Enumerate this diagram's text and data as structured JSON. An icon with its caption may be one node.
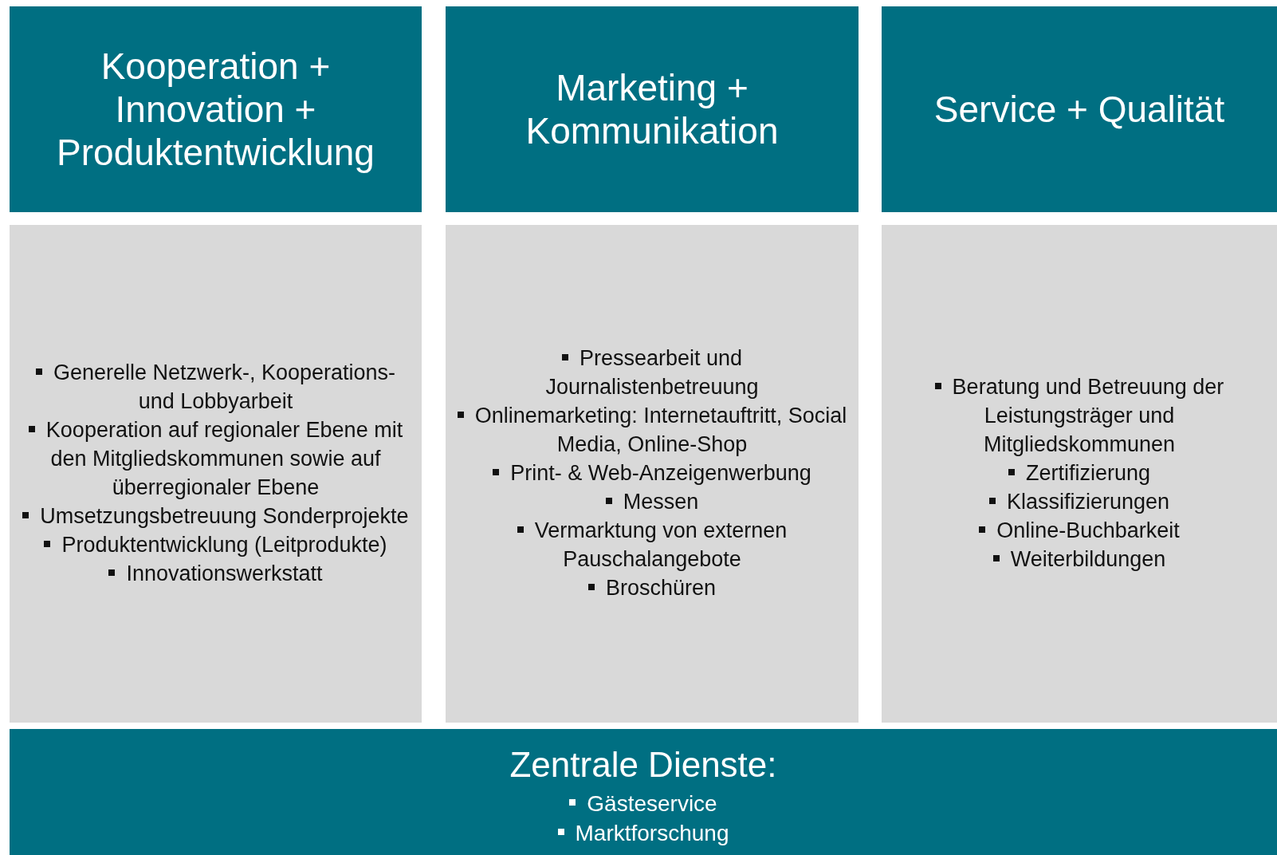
{
  "diagram": {
    "nodes": [
      {
        "text": [
          "Kooperation + Innovation + Produktentwicklung"
        ]
      },
      {
        "text": [
          "Marketing + Kommunikation"
        ]
      },
      {
        "text": [
          "Service + Qualität"
        ]
      },
      {
        "text": [
          "Generelle Netzwerk-, Kooperations- und Lobbyarbeit",
          "Kooperation auf regionaler Ebene mit den Mitgliedskommunen sowie auf überregionaler Ebene",
          "Umsetzungsbetreuung Sonderprojekte",
          "Produktentwicklung (Leitprodukte)",
          "Innovationswerkstatt"
        ]
      },
      {
        "text": [
          "Pressearbeit und Journalistenbetreuung",
          "Onlinemarketing: Internetauftritt, Social Media, Online-Shop",
          "Print- & Web-Anzeigenwerbung",
          "Messen",
          "Vermarktung von externen Pauschalangebote",
          "Broschüren"
        ]
      },
      {
        "text": [
          "Beratung und Betreuung der Leistungsträger und Mitgliedskommunen",
          "Zertifizierung",
          "Klassifizierungen",
          "Online-Buchbarkeit",
          "Weiterbildungen"
        ]
      },
      {
        "text": [
          "Zentrale Dienste:",
          "Gästeservice",
          "Marktforschung"
        ]
      }
    ]
  }
}
